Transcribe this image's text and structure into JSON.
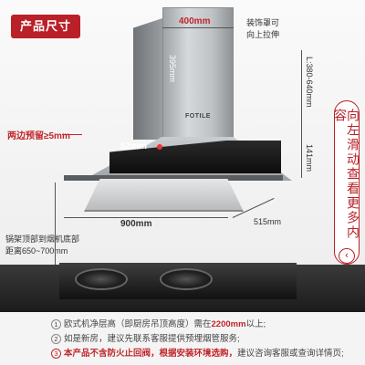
{
  "tag": "产品尺寸",
  "dims": {
    "chimney_width": "400mm",
    "extend_note_1": "装饰罩可",
    "extend_note_2": "向上拉伸",
    "chimney_height": "395mm",
    "total_height": "L:380-640mm",
    "side_gap_label": "两边预留",
    "side_gap_value": "≥5mm",
    "panel_height": "141mm",
    "display_value": "52mm",
    "width": "900mm",
    "depth": "515mm",
    "install_1": "锅架顶部到烟机底部",
    "install_2": "距离650~700mm"
  },
  "brand": "FOTILE",
  "side_tab": {
    "text": "向左滑动查看更多内容",
    "button": "‹"
  },
  "notes": [
    {
      "num": "1",
      "prefix": "欧式机净层高（即厨房吊顶高度）需在",
      "highlight": "2200mm",
      "suffix": "以上;"
    },
    {
      "num": "2",
      "text": "如是新房，建议先联系客服提供预埋烟管服务;"
    },
    {
      "num": "3",
      "warn": "本产品不含防火止回阀，根据安装环境选购，",
      "tail": "建议咨询客服或查询详情页;"
    }
  ]
}
